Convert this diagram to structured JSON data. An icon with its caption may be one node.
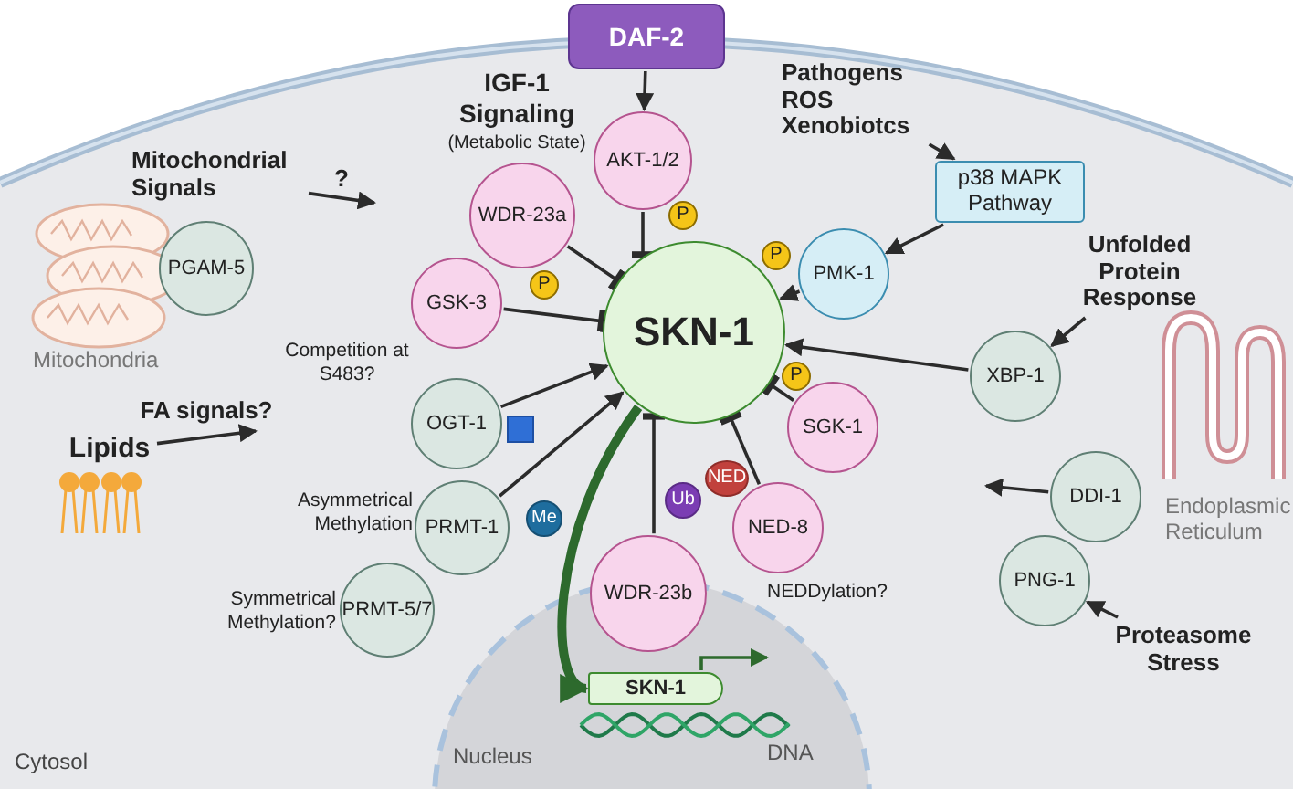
{
  "diagram": {
    "nodes": [
      {
        "text": [
          "DAF-2"
        ]
      },
      {
        "text": [
          "AKT-1/2"
        ]
      },
      {
        "text": [
          "WDR-23a"
        ]
      },
      {
        "text": [
          "Mitochondrial Signals"
        ]
      },
      {
        "text": [
          "PGAM-5"
        ]
      },
      {
        "text": [
          "GSK-3"
        ]
      },
      {
        "text": [
          "Pathogens ROS Xenobiotcs"
        ]
      },
      {
        "text": [
          "p38 MAPK Pathway"
        ]
      },
      {
        "text": [
          "PMK-1"
        ]
      },
      {
        "text": [
          "Unfolded Protein Response"
        ]
      },
      {
        "text": [
          "SKN-1"
        ]
      },
      {
        "text": [
          "OGT-1"
        ],
        "beside": [
          "Competition at S483?"
        ]
      },
      {
        "text": [
          "XBP-1"
        ]
      },
      {
        "text": [
          "Lipids"
        ]
      },
      {
        "text": [
          "SGK-1"
        ]
      },
      {
        "text": [
          "NED-8"
        ],
        "beside": [
          "NEDDylation?"
        ]
      },
      {
        "text": [
          "PRMT-1"
        ],
        "beside": [
          "Asymmetrical Methylation"
        ]
      },
      {
        "text": [
          "DDI-1"
        ]
      },
      {
        "text": [
          "PNG-1"
        ]
      },
      {
        "text": [
          "PRMT-5/7"
        ],
        "beside": [
          "Symmetrical Methylation?"
        ]
      },
      {
        "text": [
          "WDR-23b"
        ]
      },
      {
        "text": [
          "Nucleus"
        ]
      },
      {
        "text": [
          "SKN-1"
        ],
        "in": 21
      },
      {
        "text": [
          "Proteasome Stress"
        ]
      },
      {
        "text": [
          "P"
        ]
      },
      {
        "text": [
          "P"
        ]
      },
      {
        "text": [
          "P"
        ]
      },
      {
        "text": [
          "P"
        ]
      },
      {
        "text": [
          "Me"
        ]
      },
      {
        "text": [
          "Ub"
        ]
      },
      {
        "text": [
          "NED"
        ]
      }
    ],
    "edges": [
      {
        "from": 0,
        "to": 1,
        "arrow": "to"
      },
      {
        "from": 1,
        "to": 10,
        "arrow": "other"
      },
      {
        "from": 2,
        "to": 10,
        "arrow": "other"
      },
      {
        "from": 3,
        "to": null,
        "arrow": "to",
        "label": "?"
      },
      {
        "from": 5,
        "to": 10,
        "arrow": "other"
      },
      {
        "from": 6,
        "to": 7,
        "arrow": "to"
      },
      {
        "from": 7,
        "to": 8,
        "arrow": "to"
      },
      {
        "from": 8,
        "to": 10,
        "arrow": "to"
      },
      {
        "from": 9,
        "to": 12,
        "arrow": "to"
      },
      {
        "from": 12,
        "to": 10,
        "arrow": "to"
      },
      {
        "from": 11,
        "to": 10,
        "arrow": "to"
      },
      {
        "from": 13,
        "to": null,
        "arrow": "to",
        "label": "FA signals?"
      },
      {
        "from": 14,
        "to": 10,
        "arrow": "other"
      },
      {
        "from": 15,
        "to": 10,
        "arrow": "other"
      },
      {
        "from": 16,
        "to": 10,
        "arrow": "to"
      },
      {
        "from": 17,
        "to": null,
        "arrow": "to"
      },
      {
        "from": 23,
        "to": 18,
        "arrow": "to"
      },
      {
        "from": 20,
        "to": 10,
        "arrow": "other"
      },
      {
        "from": 10,
        "to": 22,
        "arrow": "to",
        "style": "thick",
        "color": "#2d6a2d"
      },
      {
        "from": 22,
        "to": null,
        "arrow": "to",
        "color": "#2d6a2d"
      }
    ],
    "labels": [
      "IGF-1 Signaling",
      "(Metabolic State)",
      "Mitochondria",
      "Endoplasmic Reticulum",
      "DNA",
      "Cytosol"
    ]
  }
}
